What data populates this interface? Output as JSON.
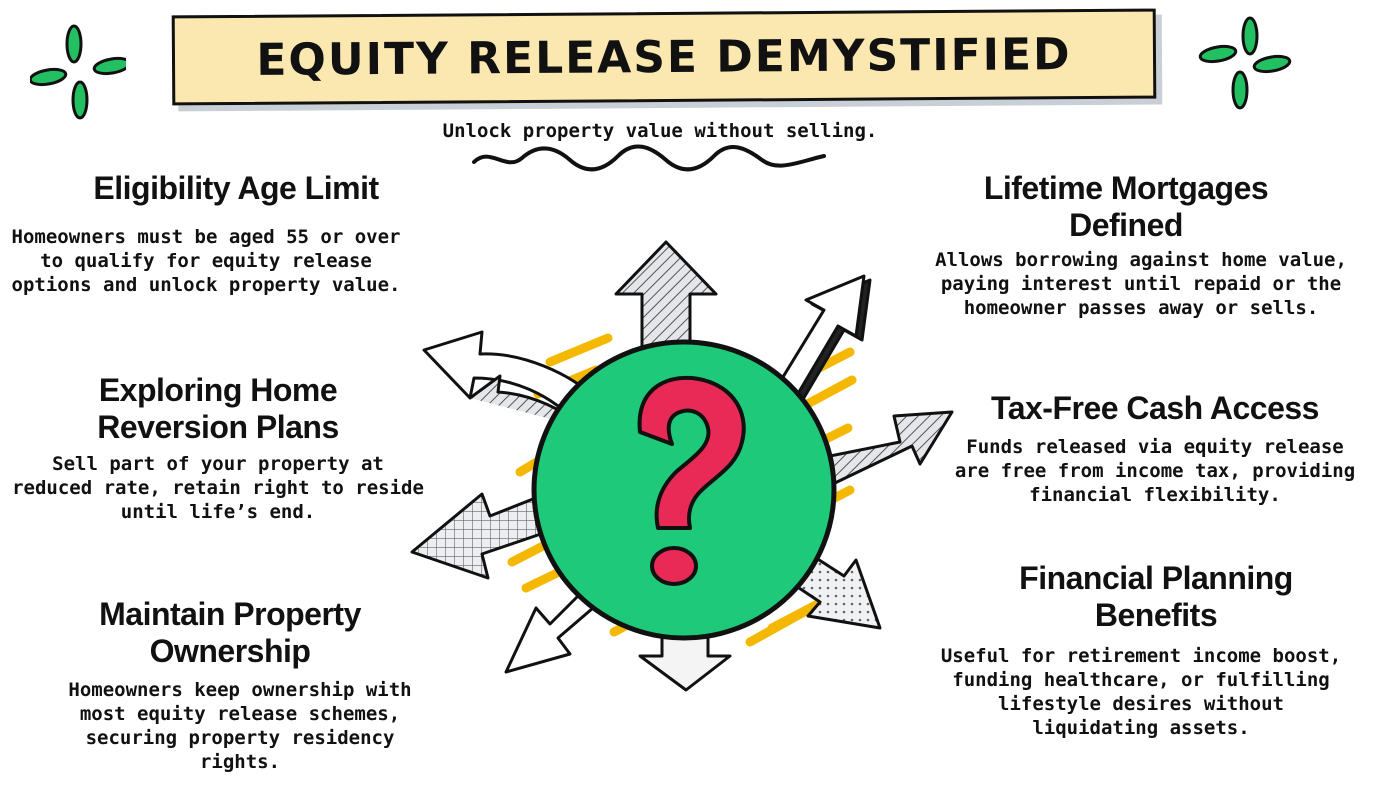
{
  "title": "EQUITY RELEASE DEMYSTIFIED",
  "subtitle": "Unlock property value without selling.",
  "center_icon": "question-mark-icon",
  "colors": {
    "banner": "#fbe7b0",
    "circle": "#1fc97a",
    "question_mark": "#ea2a56",
    "sparkle": "#22c063",
    "accent_strokes": "#f5b800"
  },
  "sections": {
    "eligibility": {
      "heading": "Eligibility Age Limit",
      "text": "Homeowners must be aged 55 or over to qualify for equity release options and unlock property value."
    },
    "reversion": {
      "heading": "Exploring Home Reversion Plans",
      "text": "Sell part of your property at reduced rate, retain right to reside until life’s end."
    },
    "ownership": {
      "heading": "Maintain Property Ownership",
      "text": "Homeowners keep ownership with most equity release schemes, securing property residency rights."
    },
    "lifetime": {
      "heading": "Lifetime Mortgages Defined",
      "text": "Allows borrowing against home value, paying interest until repaid or the homeowner passes away or sells."
    },
    "taxfree": {
      "heading": "Tax-Free Cash Access",
      "text": "Funds released via equity release are free from income tax, providing financial flexibility."
    },
    "planning": {
      "heading": "Financial Planning Benefits",
      "text": "Useful for retirement income boost, funding healthcare, or fulfilling lifestyle desires without liquidating assets."
    }
  }
}
